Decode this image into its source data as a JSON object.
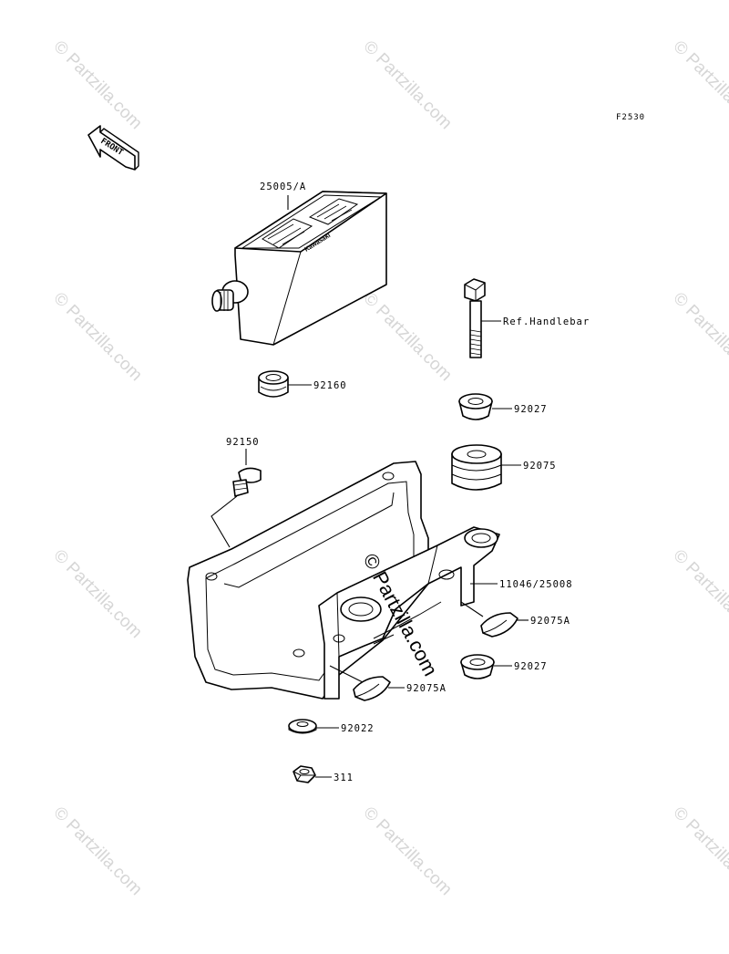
{
  "diagram": {
    "figure_code": "F2530",
    "front_label": "FRONT",
    "brand_label": "Kawasaki",
    "watermark_text": "© Partzilla.com",
    "center_watermark_text": "© Partzilla.com",
    "callouts": {
      "meter": "25005/A",
      "ref_handlebar": "Ref.Handlebar",
      "p92160": "92160",
      "p92027_top": "92027",
      "p92150": "92150",
      "p92075": "92075",
      "bracket": "11046/25008",
      "p92075a_right": "92075A",
      "p92027_bottom": "92027",
      "p92075a_left": "92075A",
      "p92022": "92022",
      "p311": "311"
    }
  }
}
